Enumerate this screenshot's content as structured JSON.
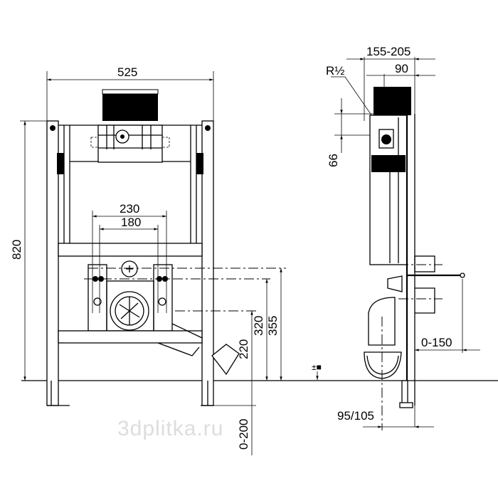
{
  "front_view": {
    "dimensions": {
      "width": "525",
      "height": "820",
      "outer_spacing": "230",
      "inner_spacing": "180",
      "height_355": "355",
      "height_320": "320",
      "height_220": "220",
      "adjust_range": "0-200"
    }
  },
  "side_view": {
    "dimensions": {
      "depth_range": "155-205",
      "depth_90": "90",
      "thread": "R½",
      "offset_66": "66",
      "projection": "0-150",
      "foot": "95/105"
    }
  },
  "floor_symbol": "±■",
  "watermark": "3dplitka.ru"
}
